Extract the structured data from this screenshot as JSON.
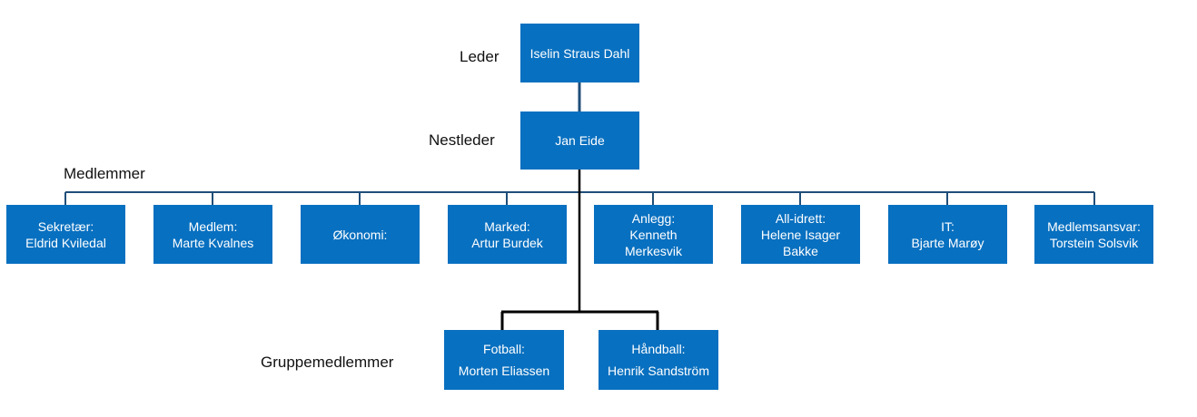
{
  "labels": {
    "leder": "Leder",
    "nestleder": "Nestleder",
    "medlemmer": "Medlemmer",
    "gruppemedlemmer": "Gruppemedlemmer"
  },
  "leder": {
    "name": "Iselin Straus Dahl"
  },
  "nestleder": {
    "name": "Jan Eide"
  },
  "members": [
    {
      "lines": [
        "Sekretær:",
        "Eldrid Kviledal"
      ]
    },
    {
      "lines": [
        "Medlem:",
        "Marte Kvalnes"
      ]
    },
    {
      "lines": [
        "Økonomi:"
      ]
    },
    {
      "lines": [
        "Marked:",
        "Artur Burdek"
      ]
    },
    {
      "lines": [
        "Anlegg:",
        "Kenneth",
        "Merkesvik"
      ]
    },
    {
      "lines": [
        "All-idrett:",
        "Helene Isager",
        "Bakke"
      ]
    },
    {
      "lines": [
        "IT:",
        "Bjarte Marøy"
      ]
    },
    {
      "lines": [
        "Medlemsansvar:",
        "Torstein Solsvik"
      ]
    }
  ],
  "groups": [
    {
      "lines": [
        "Fotball:",
        "Morten Eliassen"
      ]
    },
    {
      "lines": [
        "Håndball:",
        "Henrik Sandström"
      ]
    }
  ],
  "colors": {
    "box": "#0870c0",
    "connector_blue": "#1f4e79",
    "connector_black": "#000000",
    "text_on_box": "#ffffff",
    "label_text": "#111111"
  }
}
